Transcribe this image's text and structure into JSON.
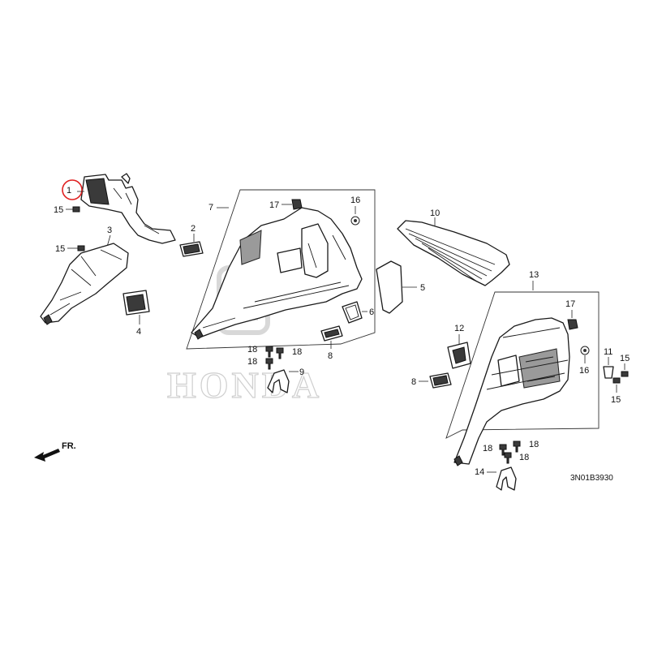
{
  "watermark": {
    "text": "HONDA"
  },
  "diagram_code": "3N01B3930",
  "direction_label": "FR.",
  "highlight_color": "#e02020",
  "callouts": {
    "c1": "1",
    "c2": "2",
    "c3": "3",
    "c4": "4",
    "c5": "5",
    "c6": "6",
    "c7": "7",
    "c8a": "8",
    "c8b": "8",
    "c9": "9",
    "c10": "10",
    "c11": "11",
    "c12": "12",
    "c13": "13",
    "c14": "14",
    "c15a": "15",
    "c15b": "15",
    "c15c": "15",
    "c15d": "15",
    "c16a": "16",
    "c16b": "16",
    "c17a": "17",
    "c17b": "17",
    "c18a": "18",
    "c18b": "18",
    "c18c": "18",
    "c18d": "18",
    "c18e": "18",
    "c18f": "18"
  }
}
